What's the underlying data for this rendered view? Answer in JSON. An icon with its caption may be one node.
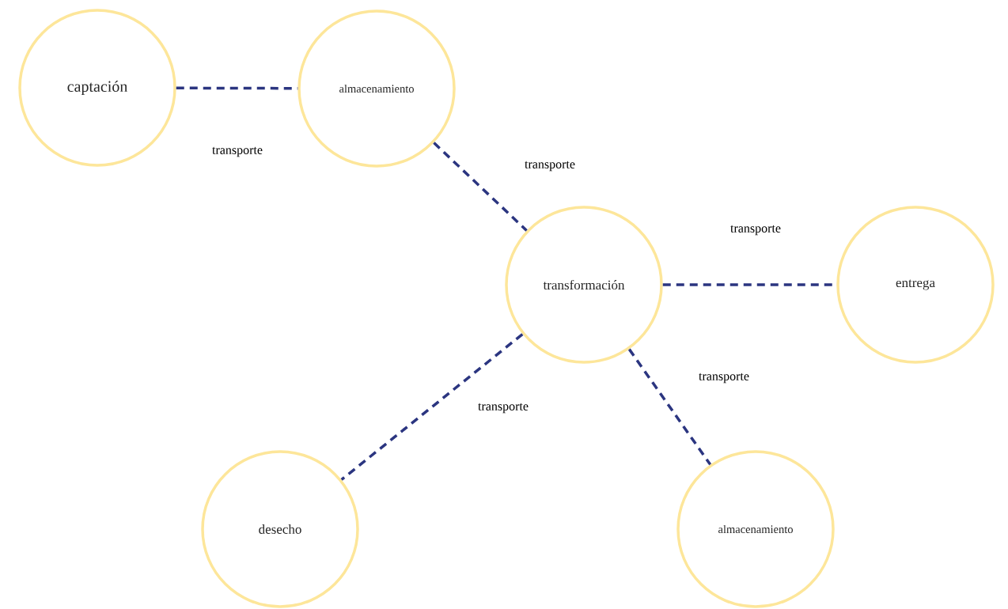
{
  "diagram": {
    "nodes": [
      {
        "text": [
          "captación"
        ]
      },
      {
        "text": [
          "almacenamiento"
        ]
      },
      {
        "text": [
          "transformación"
        ]
      },
      {
        "text": [
          "entrega"
        ]
      },
      {
        "text": [
          "desecho"
        ]
      },
      {
        "text": [
          "almacenamiento"
        ]
      }
    ],
    "edges": [
      {
        "from": 0,
        "to": 1,
        "arrow": "none",
        "label": "transporte",
        "style": "dashed"
      },
      {
        "from": 1,
        "to": 2,
        "arrow": "none",
        "label": "transporte",
        "style": "dashed"
      },
      {
        "from": 2,
        "to": 3,
        "arrow": "none",
        "label": "transporte",
        "style": "dashed"
      },
      {
        "from": 2,
        "to": 5,
        "arrow": "none",
        "label": "transporte",
        "style": "dashed"
      },
      {
        "from": 2,
        "to": 4,
        "arrow": "none",
        "label": "transporte",
        "style": "dashed"
      }
    ]
  }
}
